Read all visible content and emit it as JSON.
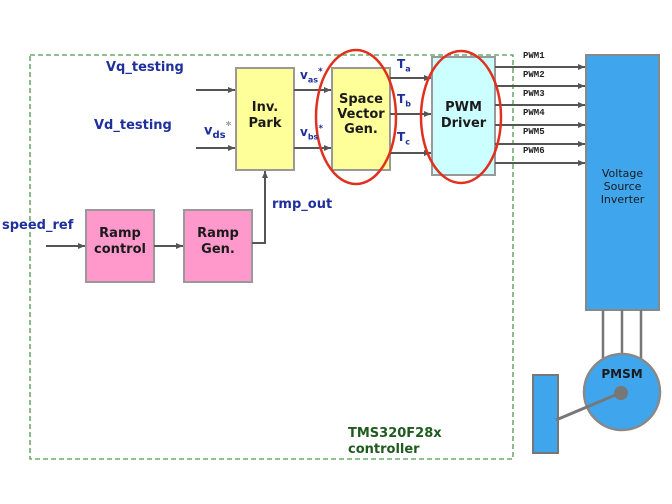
{
  "inputs": {
    "vq": "Vq_testing",
    "vd": "Vd_testing",
    "speed_ref": "speed_ref",
    "rmp_out": "rmp_out"
  },
  "blocks": {
    "inv_park": [
      "Inv.",
      "Park"
    ],
    "svgen": [
      "Space",
      "Vector",
      "Gen."
    ],
    "pwm_driver": [
      "PWM",
      "Driver"
    ],
    "ramp_control": [
      "Ramp",
      "control"
    ],
    "ramp_gen": [
      "Ramp",
      "Gen."
    ],
    "vsi": [
      "Voltage",
      "Source",
      "Inverter"
    ],
    "pmsm": "PMSM"
  },
  "signals": {
    "vas": {
      "base": "v",
      "sub": "as",
      "sup": "*"
    },
    "vbs": {
      "base": "v",
      "sub": "bs",
      "sup": "*"
    },
    "vds": {
      "base": "v",
      "sub": "ds",
      "sup": "*"
    },
    "ta": {
      "base": "T",
      "sub": "a"
    },
    "tb": {
      "base": "T",
      "sub": "b"
    },
    "tc": {
      "base": "T",
      "sub": "c"
    }
  },
  "pwm_outputs": [
    "PWM1",
    "PWM2",
    "PWM3",
    "PWM4",
    "PWM5",
    "PWM6"
  ],
  "controller_label": [
    "TMS320F28x",
    "controller"
  ],
  "colors": {
    "yellow_block": "#ffff99",
    "pink_block": "#ff99cc",
    "cyan_block": "#ccffff",
    "blue_block": "#3fa6ee",
    "highlight_ellipse": "#e0301e",
    "label_blue": "#1f2f9c",
    "label_green": "#1f5a1f",
    "border_green": "#4d9a4d"
  }
}
